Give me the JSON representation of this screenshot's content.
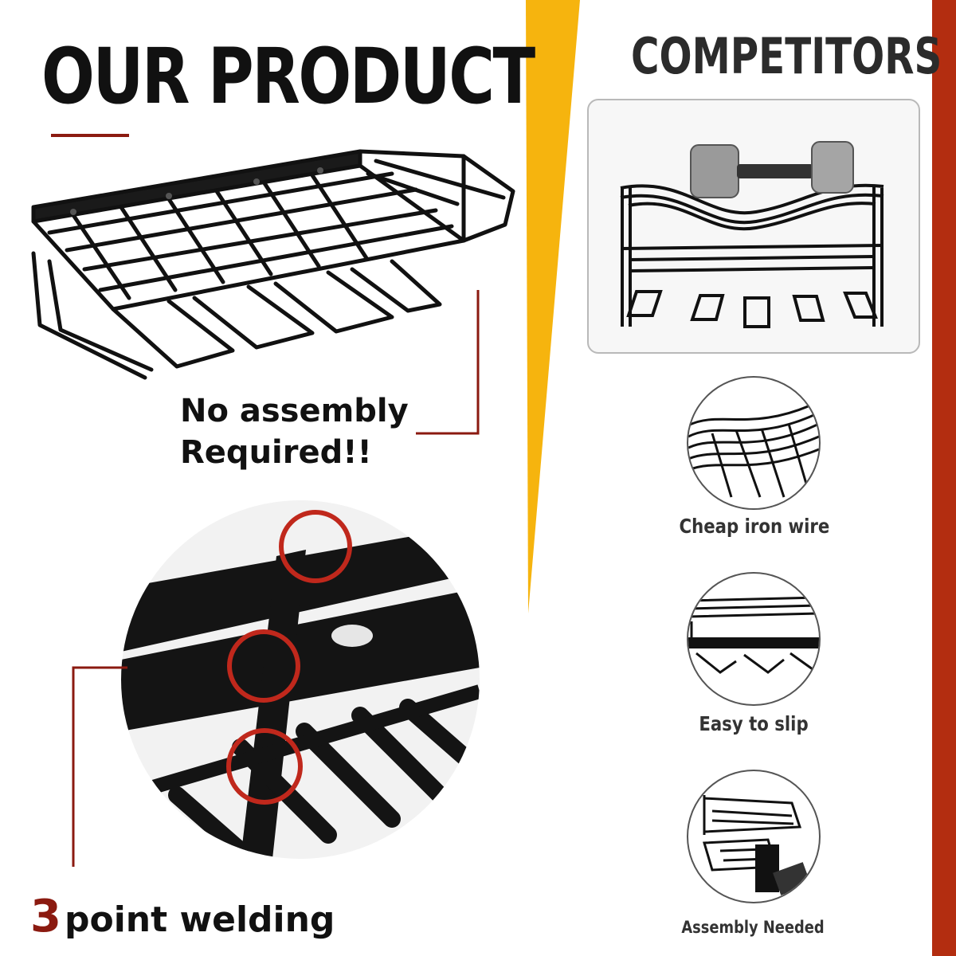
{
  "our_product": {
    "title": "OUR PRODUCT",
    "callout_assembly": {
      "line1": "No assembly",
      "line2": "Required!!"
    },
    "callout_welding": {
      "number": "3",
      "text": "point welding"
    }
  },
  "competitors": {
    "title": "COMPETITORS",
    "captions": [
      "Cheap iron wire",
      "Easy to slip",
      "Assembly Needed"
    ]
  },
  "colors": {
    "accent_red": "#8b1a10",
    "weld_ring_red": "#c0281c",
    "stripe_yellow": "#f6b40e",
    "stripe_red": "#b32d10"
  }
}
